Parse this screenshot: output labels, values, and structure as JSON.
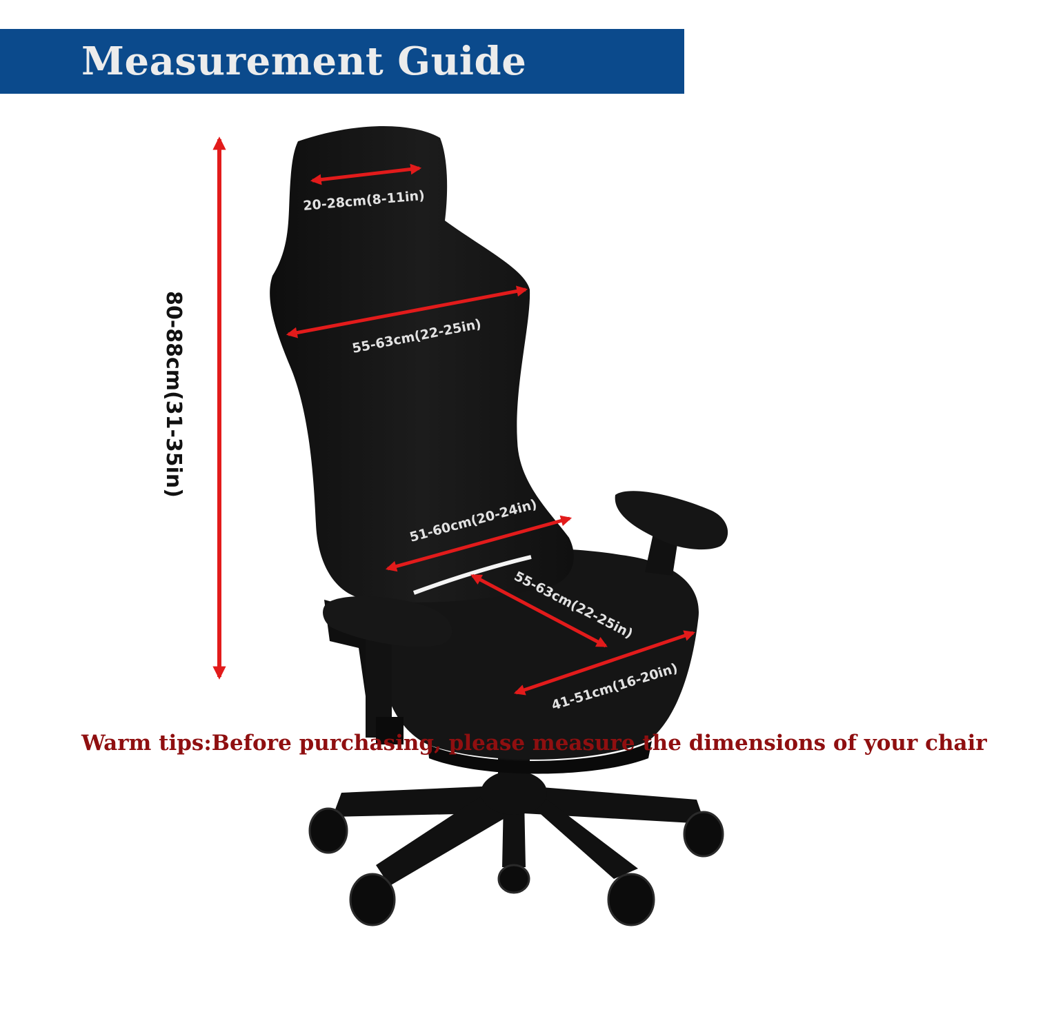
{
  "header": {
    "title": "Measurement Guide"
  },
  "measurements": {
    "headrest_width": "20-28cm(8-11in)",
    "shoulder_width": "55-63cm(22-25in)",
    "lower_back_width": "51-60cm(20-24in)",
    "seat_depth": "55-63cm(22-25in)",
    "seat_width": "41-51cm(16-20in)",
    "backrest_height": "80-88cm(31-35in)"
  },
  "footer": {
    "tip": "Warm tips:Before purchasing, please measure the dimensions of your chair"
  },
  "colors": {
    "banner": "#0b4a8c",
    "arrow": "#e21b1b",
    "tip_text": "#8f0f10",
    "chair": "#141414"
  }
}
